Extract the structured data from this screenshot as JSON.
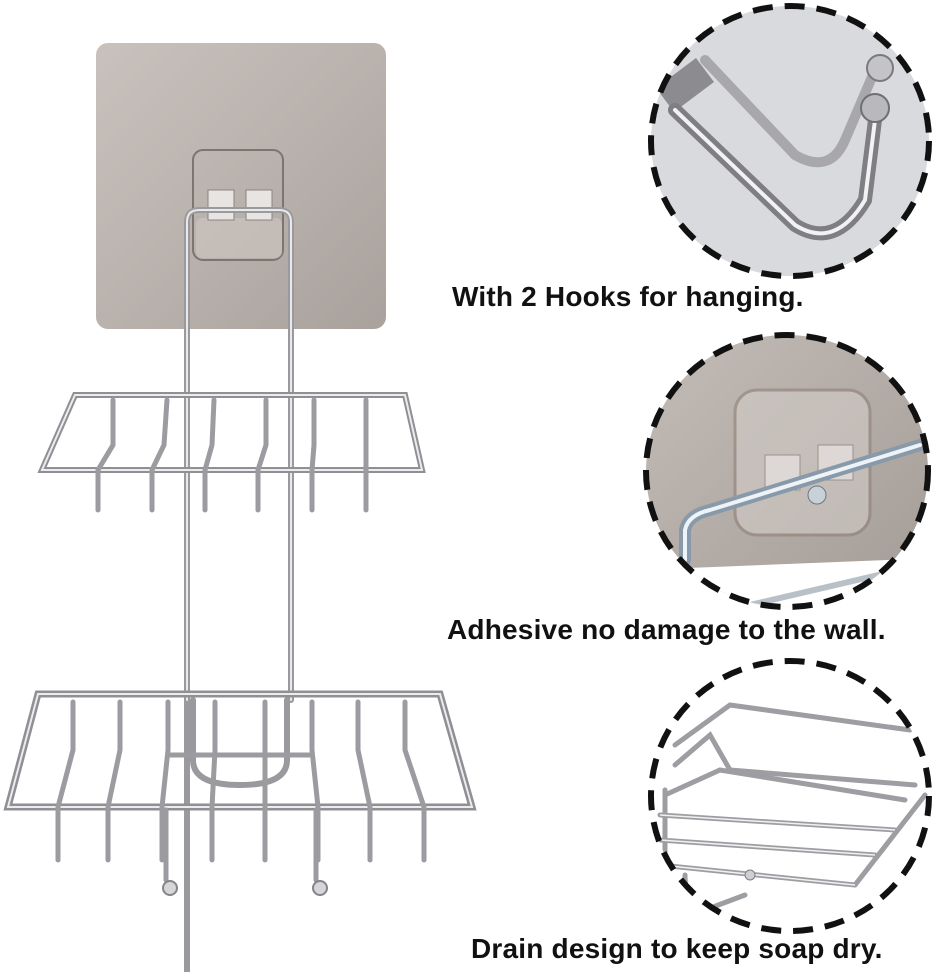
{
  "product": {
    "name": "Double-layer wall-mounted soap dish rack",
    "adhesive_pad_color": "#bdb5b0",
    "metal_color": "#c8c8cc",
    "tiers": 2,
    "bottom_hooks": 2
  },
  "features": [
    {
      "id": "hooks",
      "caption": "With 2 Hooks for hanging.",
      "detail": "hook close-up"
    },
    {
      "id": "adhesive",
      "caption": "Adhesive no damage to the wall.",
      "detail": "adhesive pad close-up"
    },
    {
      "id": "drain",
      "caption": "Drain design to keep soap dry.",
      "detail": "wire basket close-up"
    }
  ],
  "colors": {
    "background": "#ffffff",
    "caption_text": "#111111",
    "dash_border": "#111111"
  }
}
